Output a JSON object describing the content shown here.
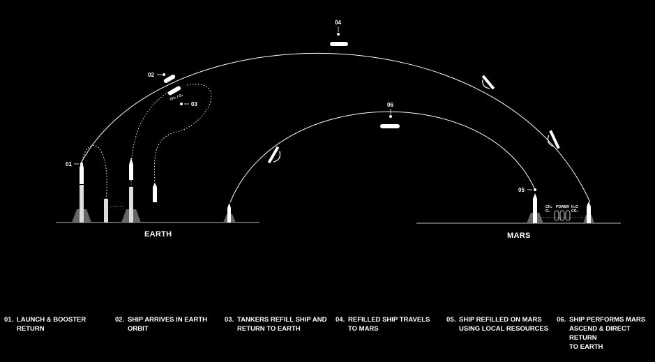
{
  "colors": {
    "background": "#000000",
    "foreground": "#ffffff",
    "ground": "#bbbbbb"
  },
  "markers": [
    "01",
    "02",
    "03",
    "04",
    "05",
    "06"
  ],
  "labels": {
    "earth": "EARTH",
    "mars": "MARS",
    "propellant": "CH₄ / O₂",
    "mars_ch4": "CH₄",
    "mars_o2": "O₂",
    "mars_power": "POWER",
    "mars_h2o": "H₂O",
    "mars_co2": "CO₂"
  },
  "steps": [
    {
      "num": "01.",
      "text": "LAUNCH & BOOSTER\nRETURN"
    },
    {
      "num": "02.",
      "text": "SHIP ARRIVES IN EARTH\nORBIT"
    },
    {
      "num": "03.",
      "text": "TANKERS REFILL SHIP AND\nRETURN TO EARTH"
    },
    {
      "num": "04.",
      "text": "REFILLED SHIP TRAVELS\nTO MARS"
    },
    {
      "num": "05.",
      "text": "SHIP REFILLED ON MARS\nUSING LOCAL RESOURCES"
    },
    {
      "num": "06.",
      "text": "SHIP PERFORMS MARS\nASCEND & DIRECT RETURN\nTO EARTH"
    }
  ]
}
